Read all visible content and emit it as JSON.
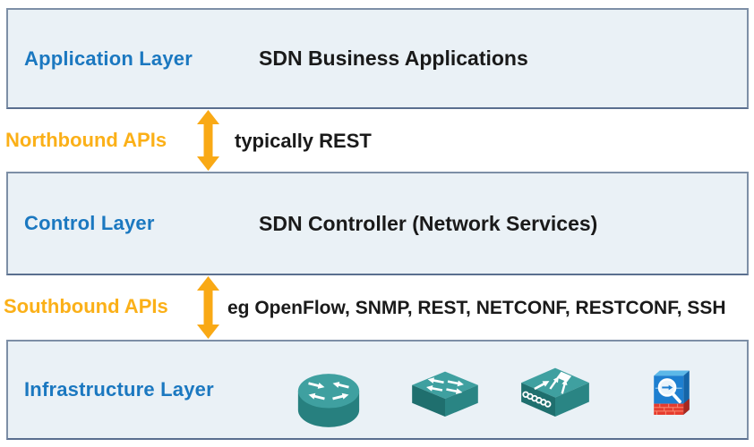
{
  "diagram": {
    "title_implicit": "SDN Architecture Layers",
    "layers": [
      {
        "title": "Application Layer",
        "content": "SDN Business Applications"
      },
      {
        "title": "Control Layer",
        "content": "SDN Controller (Network Services)"
      },
      {
        "title": "Infrastructure Layer",
        "content": ""
      }
    ],
    "connectors": [
      {
        "label": "Northbound APIs",
        "annotation": "typically REST"
      },
      {
        "label": "Southbound APIs",
        "annotation": "eg OpenFlow, SNMP, REST, NETCONF, RESTCONF, SSH"
      }
    ],
    "infrastructure_icons": [
      "router",
      "switch",
      "multilayer-switch",
      "firewall"
    ],
    "colors": {
      "layer_title_blue": "#1b78c0",
      "api_label_gold": "#fbb018",
      "arrow_gold": "#f9a915",
      "box_fill": "#eaf1f6",
      "box_border": "#7d8fa6",
      "body_text": "#1a1a1a",
      "device_teal_top": "#3fa0a0",
      "device_teal_side": "#27807f",
      "firewall_blue": "#1e7fd0",
      "firewall_red": "#e63c2e"
    }
  }
}
